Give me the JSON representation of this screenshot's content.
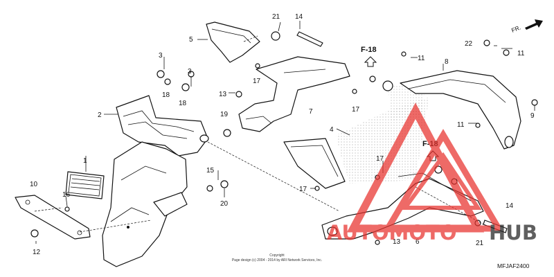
{
  "diagram": {
    "direction_label": "FR.",
    "frame_refs": [
      "F-18",
      "F-18"
    ],
    "callouts": [
      "1",
      "2",
      "3",
      "3",
      "4",
      "5",
      "6",
      "7",
      "8",
      "9",
      "10",
      "11",
      "11",
      "11",
      "12",
      "13",
      "13",
      "14",
      "14",
      "15",
      "16",
      "17",
      "17",
      "17",
      "17",
      "18",
      "18",
      "19",
      "20",
      "21",
      "21",
      "22"
    ],
    "copyright_line1": "Copyright",
    "copyright_line2": "Page design (c) 2004 - 2014 by ARI Network Services, Inc.",
    "diagram_code": "MFJAF2400"
  },
  "watermark": {
    "text_red": "AUTOMOTO",
    "text_dark": "HUB",
    "color_red": "#e8322d",
    "color_dark": "#222222"
  }
}
